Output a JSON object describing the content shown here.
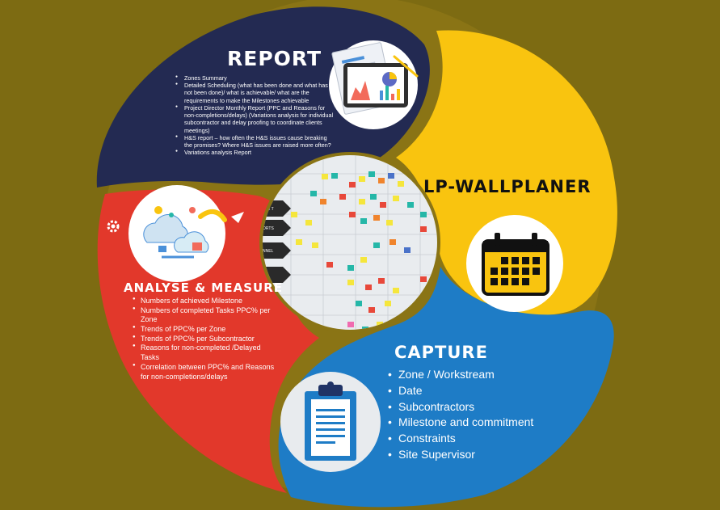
{
  "colors": {
    "background": "#7d6b12",
    "report": "#232a52",
    "wallplaner": "#f9c40f",
    "capture": "#1e7cc6",
    "analyse": "#e2382b",
    "ring": "#8a7415"
  },
  "report": {
    "title": "REPORT",
    "items": [
      "Zones Summary",
      "Detailed Scheduling (what has been done and what has not been done)/ what is achievable/ what are the requirements to make the Milestones achievable",
      "Project Director Monthly Report (PPC and Reasons for non-completions/delays) (Variations analysis for individual subcontractor and delay proofing to coordinate clients meetings)",
      "H&S report – how often the H&S issues cause breaking the promises? Where H&S issues are raised more often?",
      "Variations analysis Report"
    ],
    "icon": "tablet-report-icon"
  },
  "wallplaner": {
    "title": "LP-WALLPLANER",
    "icon": "calendar-icon"
  },
  "capture": {
    "title": "CAPTURE",
    "items": [
      "Zone / Workstream",
      "Date",
      "Subcontractors",
      "Milestone and commitment",
      "Constraints",
      "Site Supervisor"
    ],
    "icon": "clipboard-icon"
  },
  "analyse": {
    "title": "ANALYSE & MEASURE",
    "items": [
      "Numbers of achieved Milestone",
      "Numbers of completed Tasks PPC% per Zone",
      "Trends of PPC% per Zone",
      "Trends of PPC% per Subcontractor",
      "Reasons for non-completed /Delayed Tasks",
      "Correlation between PPC% and Reasons for non-completions/delays"
    ],
    "icon": "workflow-icon"
  },
  "center": {
    "image": "wall-planner-photo",
    "labels": [
      "ATE T",
      "ORTS",
      "NNEL"
    ]
  }
}
